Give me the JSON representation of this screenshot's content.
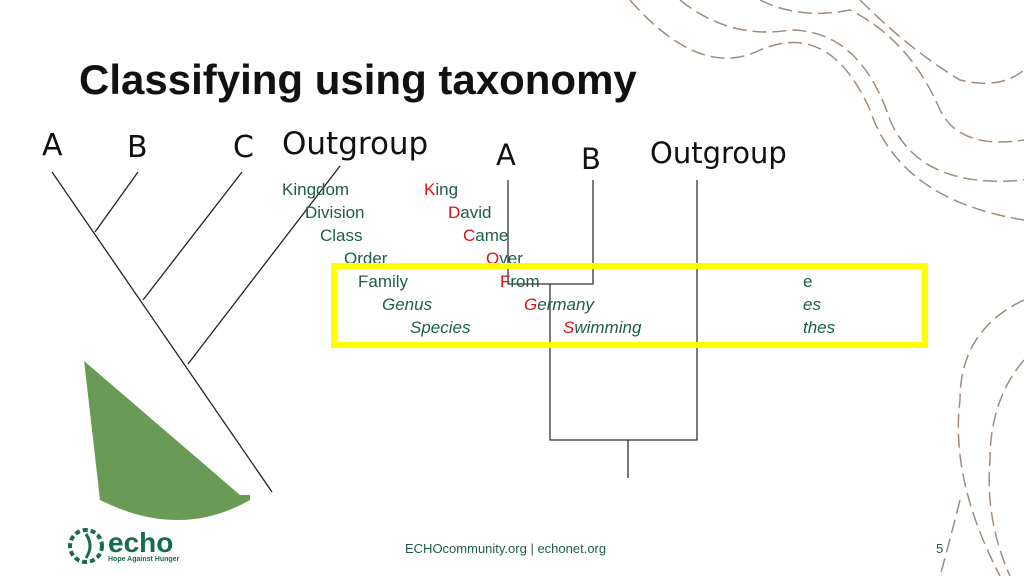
{
  "title": "Classifying using taxonomy",
  "left_tree": {
    "labels": [
      "A",
      "B",
      "C",
      "Outgroup"
    ]
  },
  "right_tree": {
    "labels": [
      "A",
      "B",
      "Outgroup"
    ]
  },
  "ranks": [
    "Kingdom",
    "Division",
    "Class",
    "Order",
    "Family",
    "Genus",
    "Species"
  ],
  "mnemonic": [
    {
      "first": "K",
      "rest": "ing"
    },
    {
      "first": "D",
      "rest": "avid"
    },
    {
      "first": "C",
      "rest": "ame"
    },
    {
      "first": "O",
      "rest": "ver"
    },
    {
      "first": "F",
      "rest": "rom"
    },
    {
      "first": "G",
      "rest": "ermany"
    },
    {
      "first": "S",
      "rest": "wimming"
    }
  ],
  "partial_words": [
    "e",
    "es",
    "thes"
  ],
  "footer": {
    "links": "ECHOcommunity.org | echonet.org",
    "page": "5"
  },
  "logo": {
    "name": "echo",
    "tagline": "Hope Against Hunger"
  },
  "colors": {
    "highlight": "#ffff00",
    "text": "#1f5c4e",
    "accent": "#e01010"
  }
}
